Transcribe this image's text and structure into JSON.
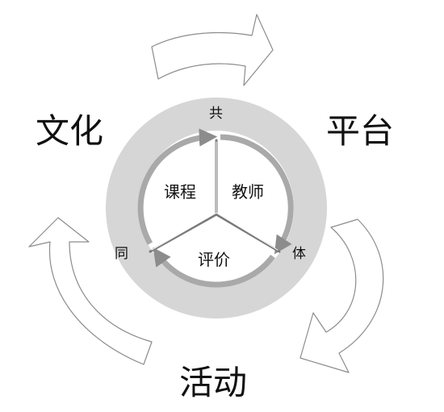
{
  "outer_labels": {
    "culture": "文化",
    "platform": "平台",
    "activity": "活动"
  },
  "ring_labels": {
    "common": "共",
    "body": "体",
    "together": "同"
  },
  "sector_labels": {
    "curriculum": "课程",
    "teacher": "教师",
    "evaluation": "评价"
  },
  "colors": {
    "outer_disc": "#d6d6d6",
    "inner_disc": "#ffffff",
    "cycle_arrow": "#a9a9a9",
    "divider": "#7a7a7a",
    "outline": "#8c8c8c"
  },
  "icons": {
    "outer_arrows": "curved-arrow-icon",
    "inner_cycle": "cycle-arrow-icon"
  }
}
